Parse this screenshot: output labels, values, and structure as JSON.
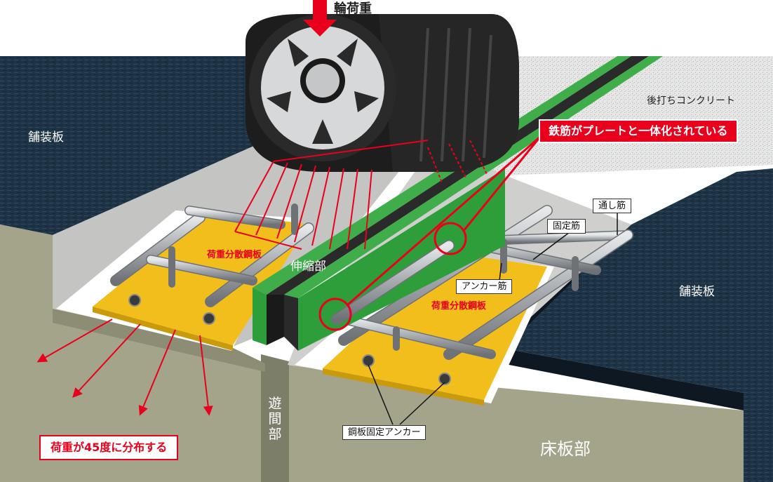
{
  "labels": {
    "wheel_load": "輪荷重",
    "pavement_left": "舗装板",
    "pavement_right": "舗装板",
    "post_concrete": "後打ちコンクリート",
    "rebar_integrated": "鉄筋がプレートと一体化されている",
    "through_bar": "通し筋",
    "fixing_bar": "固定筋",
    "load_plate_left": "荷重分散鋼板",
    "load_plate_right": "荷重分散鋼板",
    "expansion_part": "伸縮部",
    "anchor_bar": "アンカー筋",
    "gap_part": "遊間部",
    "plate_anchor": "鋼板固定アンカー",
    "slab_part": "床板部",
    "load_45": "荷重が45度に分布する"
  },
  "colors": {
    "pavement": "#1e3446",
    "steel_plate": "#f2be1c",
    "expansion_green": "#2e9e3a",
    "expansion_black": "#2a2a2a",
    "slab": "#a3a48a",
    "accent_red": "#e8001c",
    "rebar": "#a7aaad"
  }
}
